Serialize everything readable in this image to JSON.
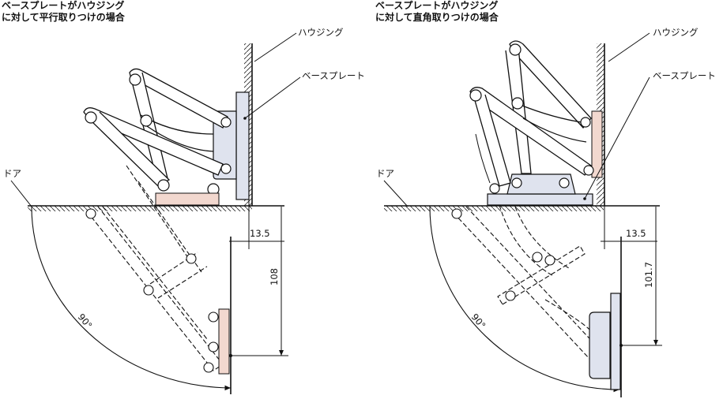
{
  "panels": [
    {
      "caption_line1": "ベースプレートがハウジング",
      "caption_line2": "に対して平行取りつけの場合",
      "housing_label": "ハウジング",
      "base_plate_label": "ベースプレート",
      "door_label": "ドア",
      "angle_label": "90°",
      "dim_horizontal": "13.5",
      "dim_vertical": "108"
    },
    {
      "caption_line1": "ベースプレートがハウジング",
      "caption_line2": "に対して直角取りつけの場合",
      "housing_label": "ハウジング",
      "base_plate_label": "ベースプレート",
      "door_label": "ドア",
      "angle_label": "90°",
      "dim_horizontal": "13.5",
      "dim_vertical": "101.7"
    }
  ],
  "colors": {
    "line": "#1a1a1a",
    "base_plate_fill": "#dfe3ee",
    "pink_fill": "#f2d8cf",
    "background": "#ffffff"
  }
}
